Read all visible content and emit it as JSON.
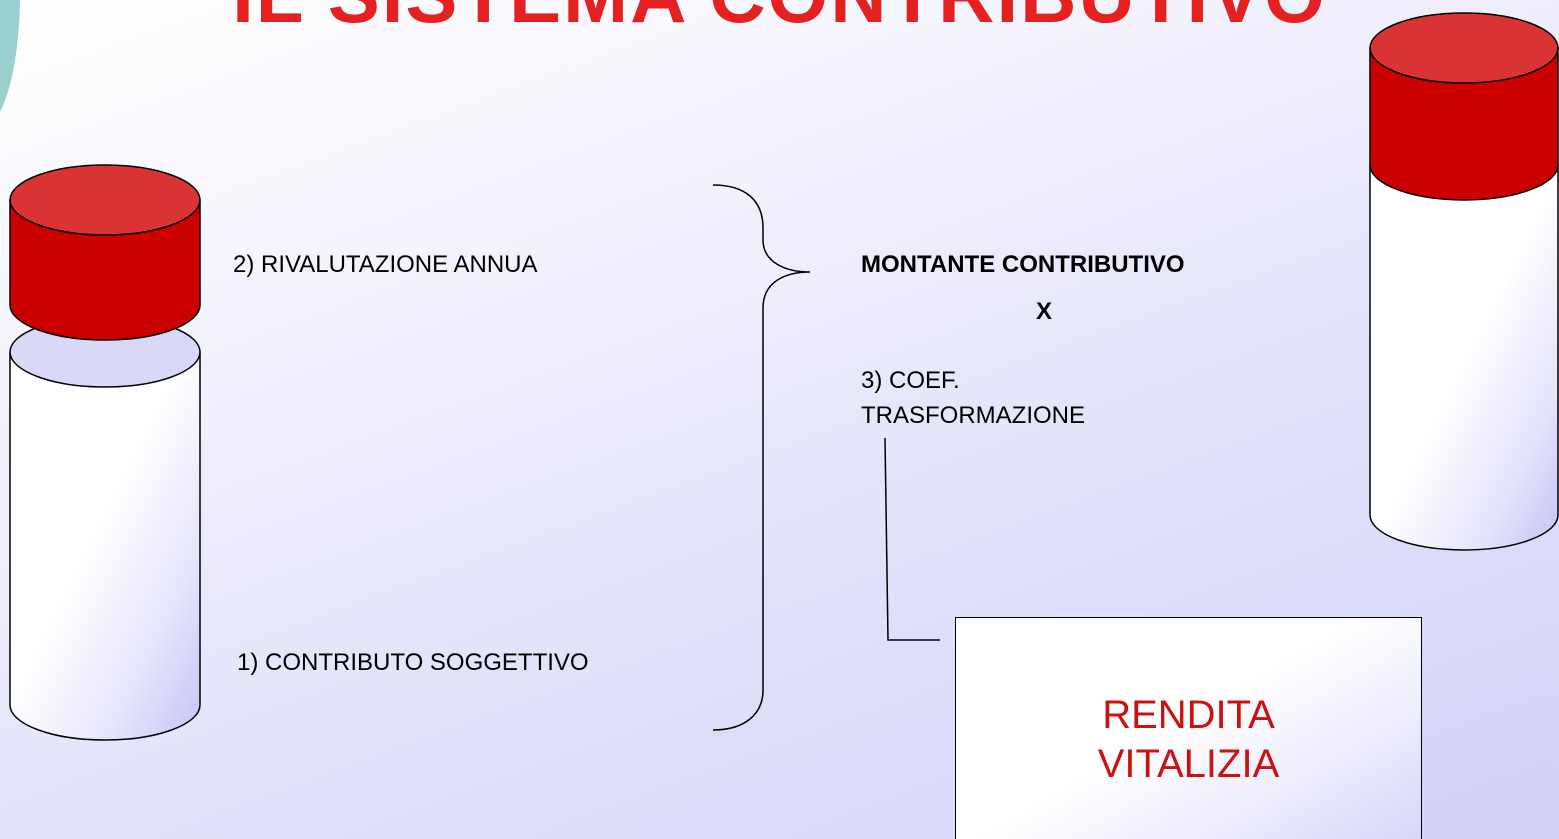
{
  "slide": {
    "title": "IL SISTEMA CONTRIBUTIVO"
  },
  "labels": {
    "rivalutazione": "2) RIVALUTAZIONE ANNUA",
    "contributo": "1) CONTRIBUTO SOGGETTIVO",
    "montante": "MONTANTE CONTRIBUTIVO",
    "times": "X",
    "coef_line1": "3) COEF.",
    "coef_line2": "TRASFORMAZIONE"
  },
  "result": {
    "text": "RENDITA\nVITALIZIA"
  },
  "colors": {
    "title": "#e52020",
    "cylinder_red": "#cc0000",
    "cylinder_red_top": "#d93333",
    "result_text": "#cc1111",
    "teal_accent": "#9ccfcf"
  }
}
